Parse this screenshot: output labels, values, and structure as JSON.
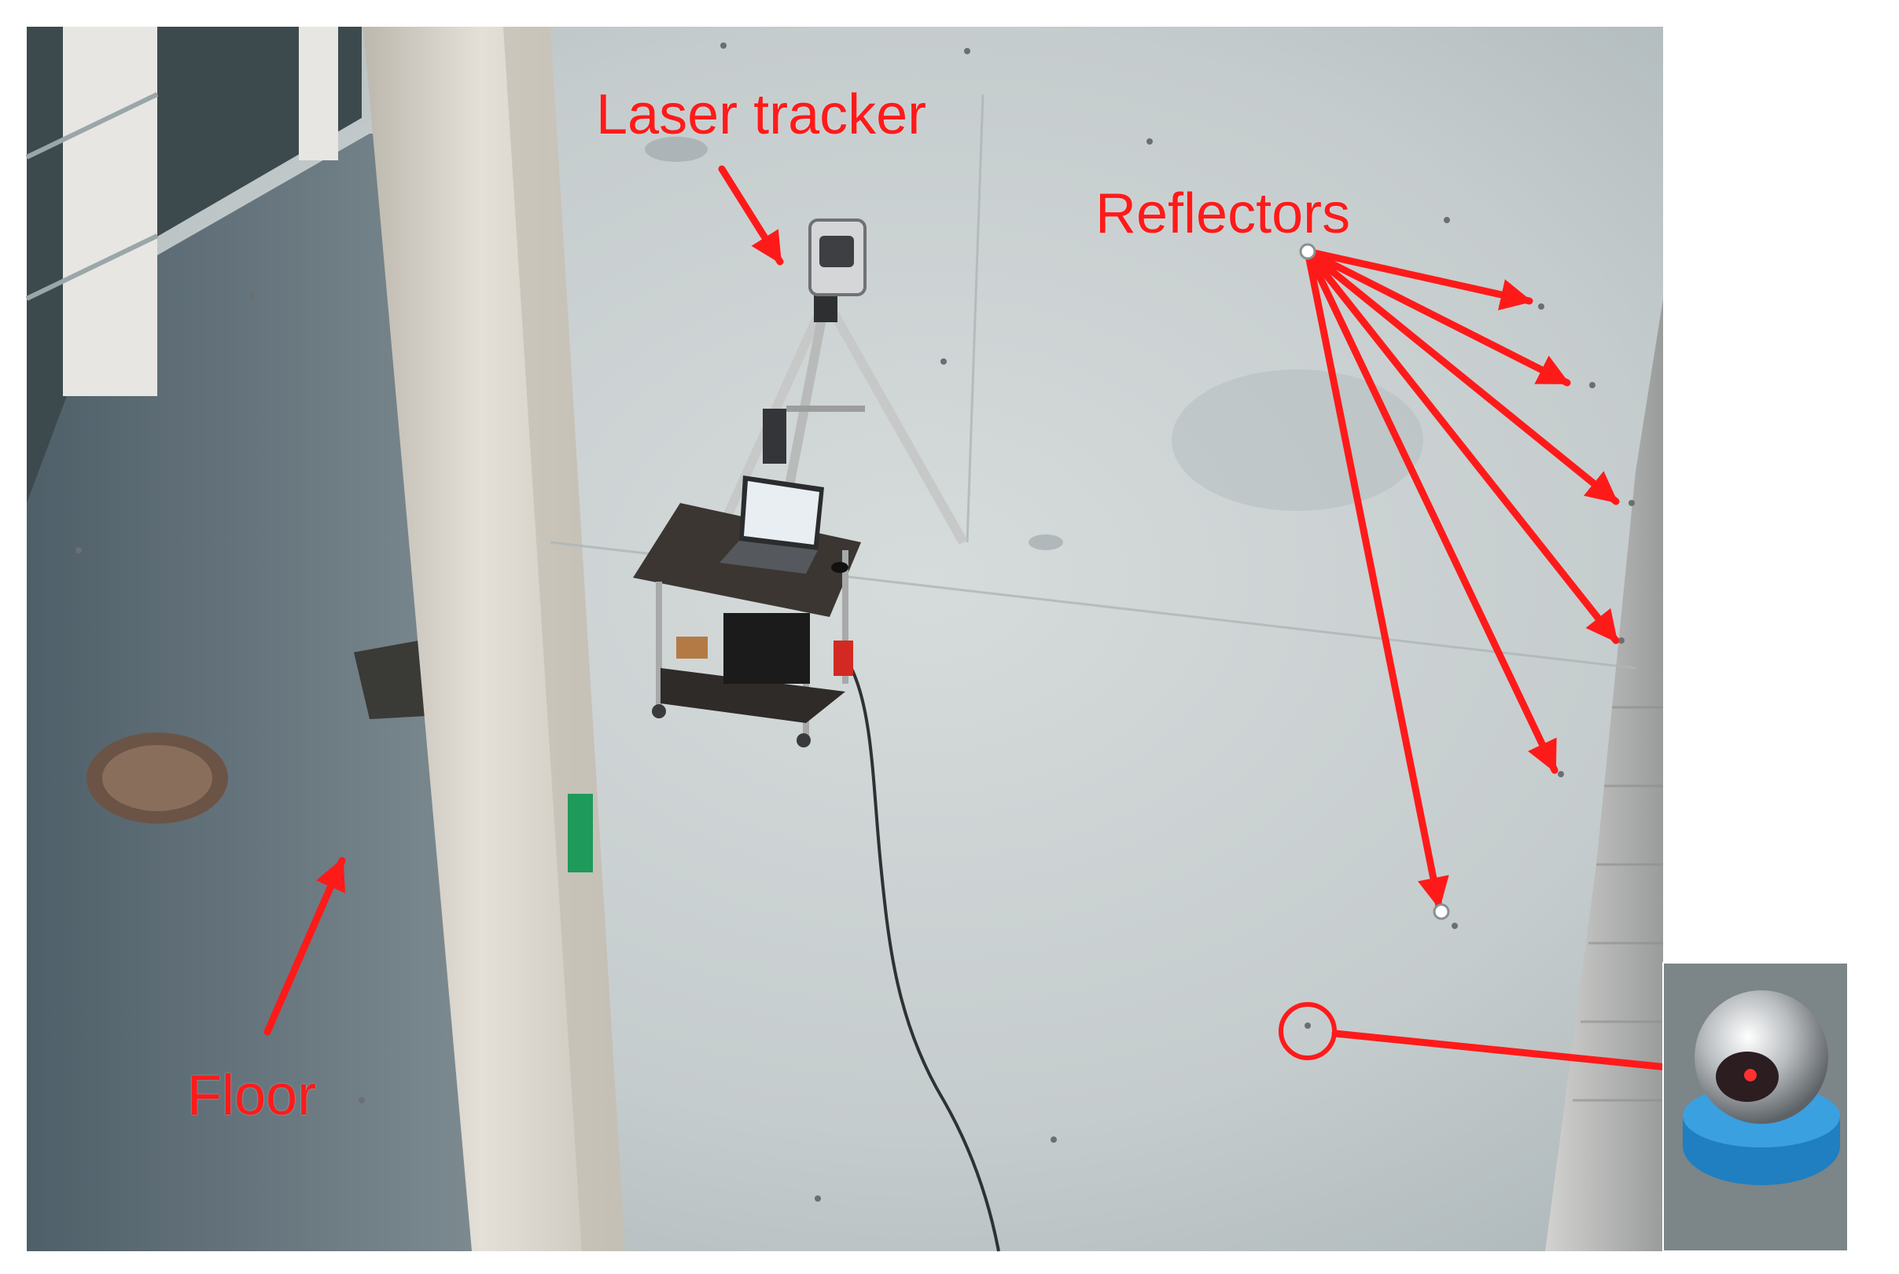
{
  "labels": {
    "laser_tracker": "Laser tracker",
    "reflectors": "Reflectors",
    "floor": "Floor"
  },
  "colors": {
    "annotation": "#ff1a1a",
    "floor_light": "#c9cfcf",
    "floor_dark": "#5b6a72",
    "pillar": "#d8d4cc",
    "reflector_base": "#1f7fc0"
  },
  "icons": {
    "laser_tracker": "laser-tracker-icon",
    "laptop": "laptop-icon",
    "reflector": "reflector-ball-icon"
  }
}
